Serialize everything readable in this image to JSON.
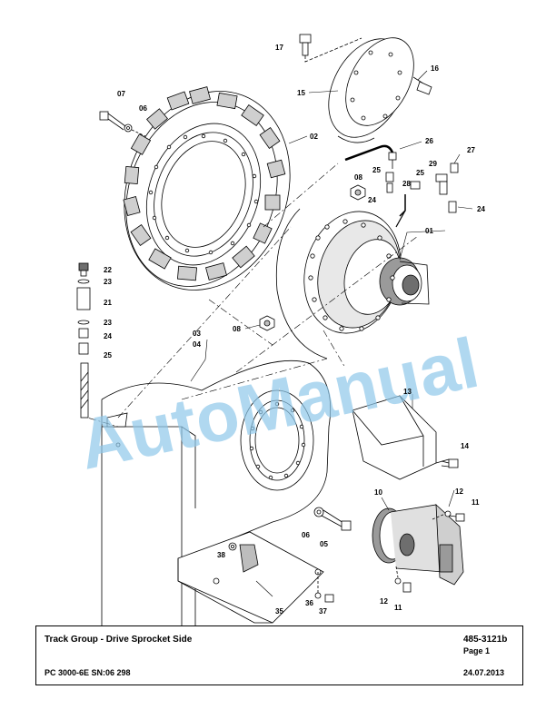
{
  "title_block": {
    "title": "Track Group - Drive Sprocket Side",
    "drawing_number": "485-3121b",
    "page": "Page 1",
    "model": "PC 3000-6E SN:06 298",
    "date": "24.07.2013"
  },
  "watermark": "AutoManual",
  "callouts": {
    "c17": "17",
    "c16": "16",
    "c15": "15",
    "c07": "07",
    "c06a": "06",
    "c02": "02",
    "c26": "26",
    "c27": "27",
    "c25a": "25",
    "c29": "29",
    "c08a": "08",
    "c25b": "25",
    "c28": "28",
    "c24a": "24",
    "c24b": "24",
    "c01": "01",
    "c22": "22",
    "c23a": "23",
    "c21": "21",
    "c23b": "23",
    "c24c": "24",
    "c25c": "25",
    "c08b": "08",
    "c03": "03",
    "c04": "04",
    "c13": "13",
    "c14": "14",
    "c10": "10",
    "c12a": "12",
    "c11a": "11",
    "c06b": "06",
    "c05": "05",
    "c38": "38",
    "c36": "36",
    "c37": "37",
    "c35": "35",
    "c12b": "12",
    "c11b": "11"
  },
  "colors": {
    "watermark": "#8fc8ea",
    "line": "#000000",
    "shade": "#bdbdbd",
    "dark": "#6e6e6e"
  }
}
